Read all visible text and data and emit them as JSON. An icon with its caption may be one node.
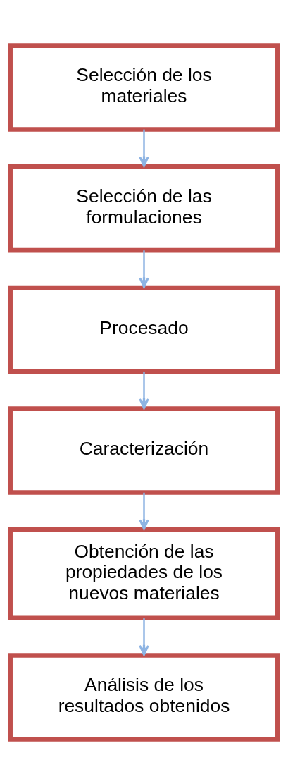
{
  "diagram": {
    "nodes": [
      {
        "text": [
          "Selección de los materiales"
        ]
      },
      {
        "text": [
          "Selección de las formulaciones"
        ]
      },
      {
        "text": [
          "Procesado"
        ]
      },
      {
        "text": [
          "Caracterización"
        ]
      },
      {
        "text": [
          "Obtención de las propiedades de los nuevos materiales"
        ]
      },
      {
        "text": [
          "Análisis de los resultados obtenidos"
        ]
      }
    ],
    "edges": [
      {
        "from": 0,
        "to": 1,
        "arrow": "to"
      },
      {
        "from": 1,
        "to": 2,
        "arrow": "to"
      },
      {
        "from": 2,
        "to": 3,
        "arrow": "to"
      },
      {
        "from": 3,
        "to": 4,
        "arrow": "to"
      },
      {
        "from": 4,
        "to": 5,
        "arrow": "to"
      }
    ]
  }
}
